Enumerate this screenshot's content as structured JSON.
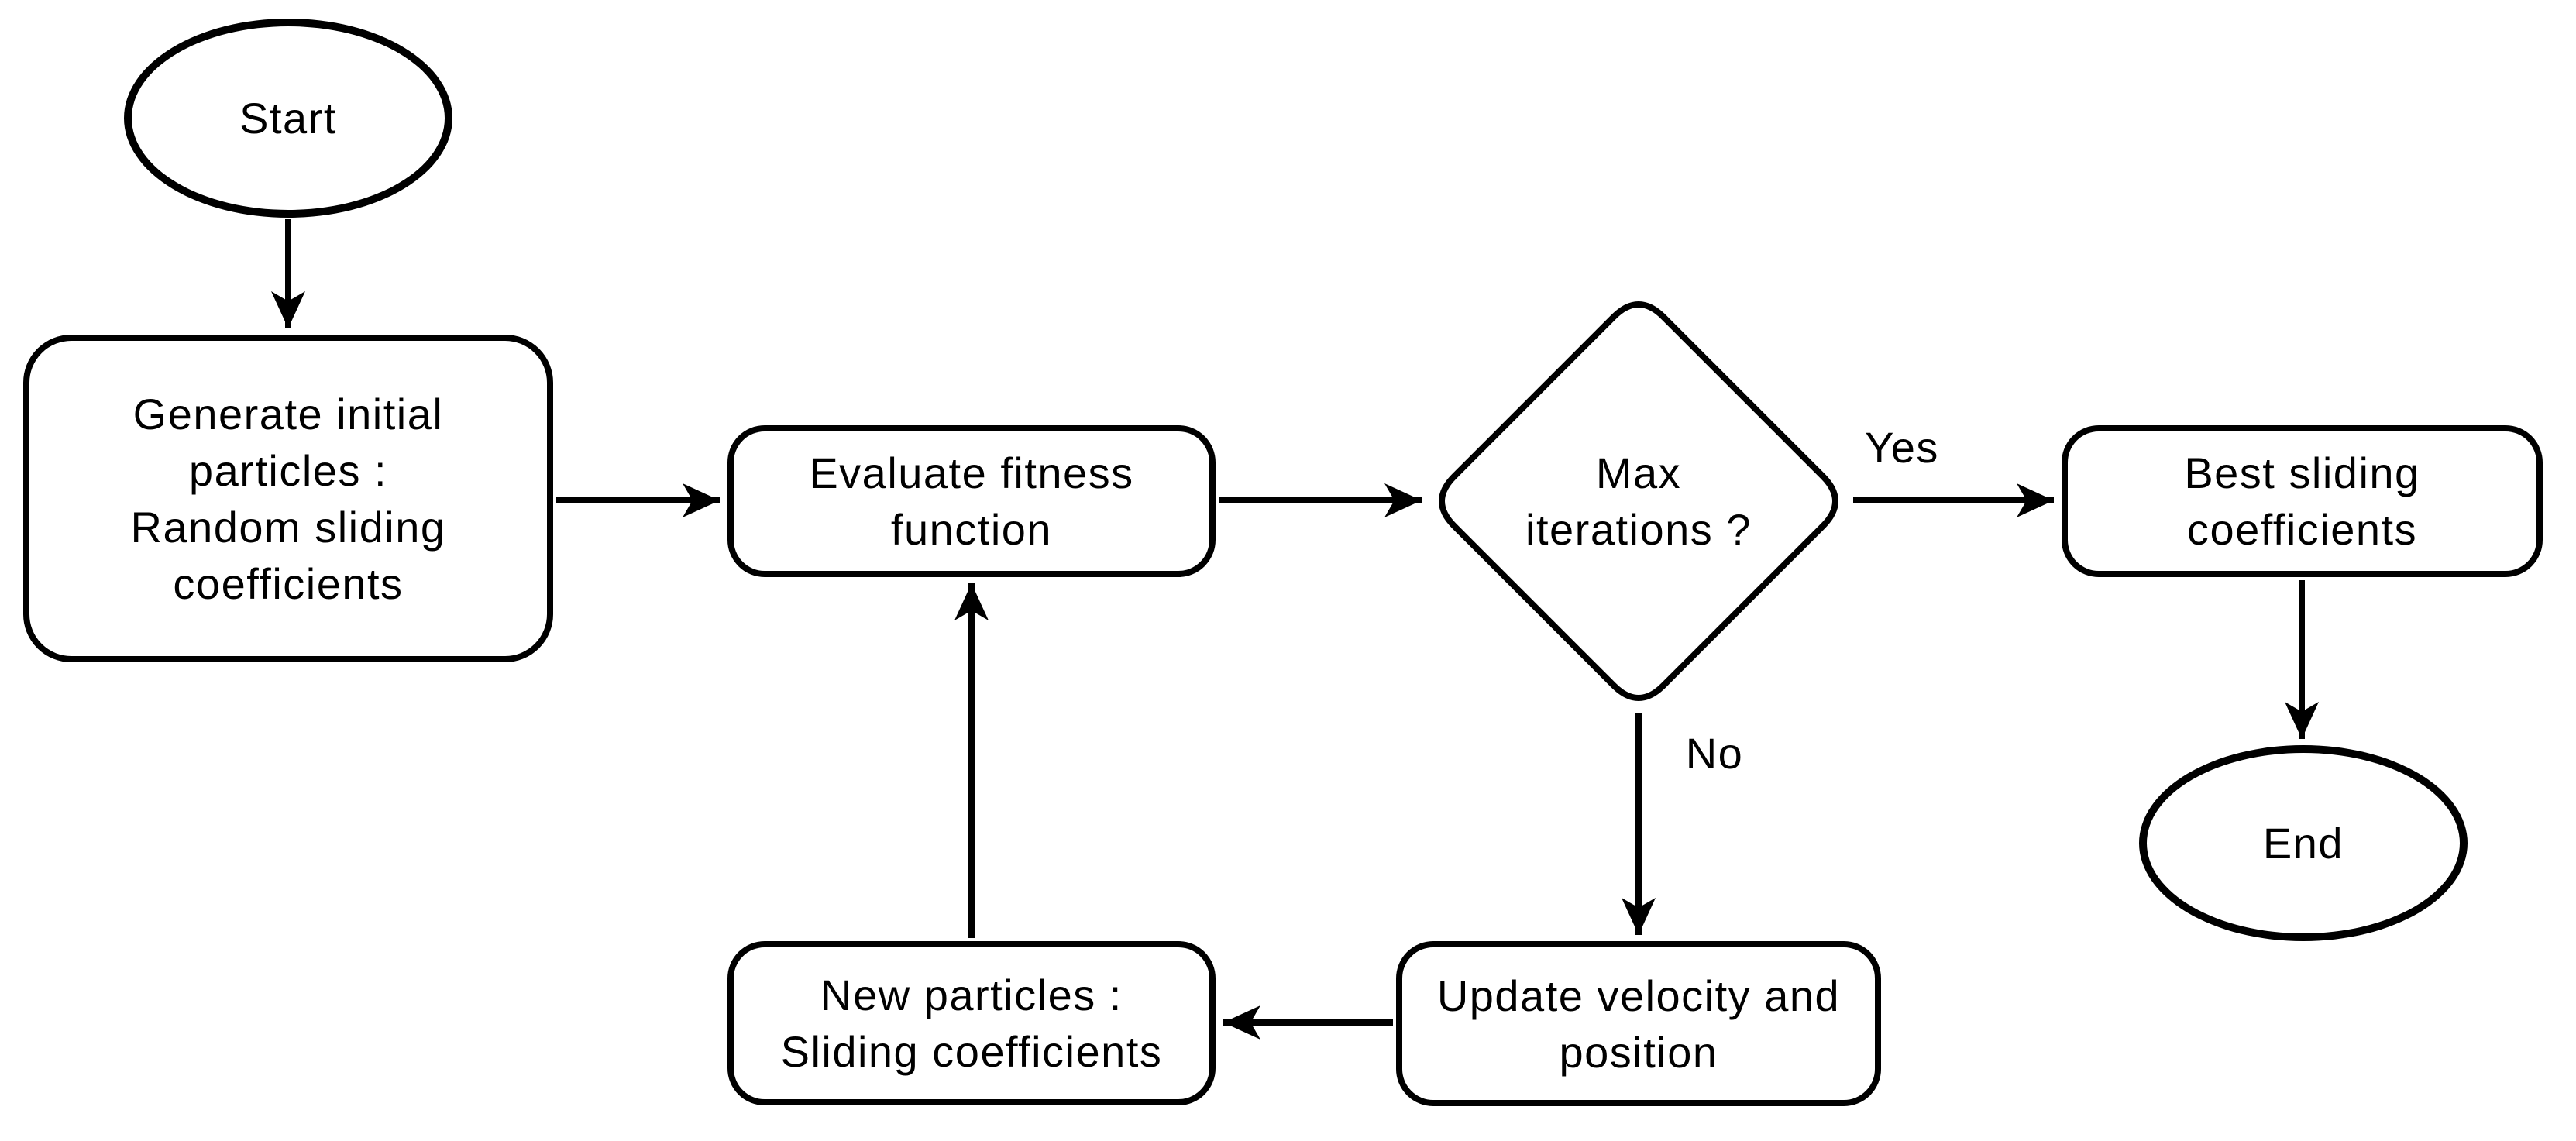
{
  "diagram": {
    "type": "flowchart",
    "colors": {
      "background": "#ffffff",
      "stroke": "#000000",
      "text": "#000000"
    },
    "nodes": {
      "start": {
        "shape": "ellipse",
        "label": "Start"
      },
      "generate": {
        "shape": "rounded-rectangle",
        "label": "Generate initial\nparticles :\nRandom sliding\ncoefficients"
      },
      "evaluate": {
        "shape": "rounded-rectangle",
        "label": "Evaluate fitness\nfunction"
      },
      "decision": {
        "shape": "diamond",
        "label": "Max\niterations ?"
      },
      "best": {
        "shape": "rounded-rectangle",
        "label": "Best sliding\ncoefficients"
      },
      "end": {
        "shape": "ellipse",
        "label": "End"
      },
      "update": {
        "shape": "rounded-rectangle",
        "label": "Update velocity and\nposition"
      },
      "new_particles": {
        "shape": "rounded-rectangle",
        "label": "New particles :\nSliding coefficients"
      }
    },
    "edges": {
      "yes_label": "Yes",
      "no_label": "No"
    }
  }
}
